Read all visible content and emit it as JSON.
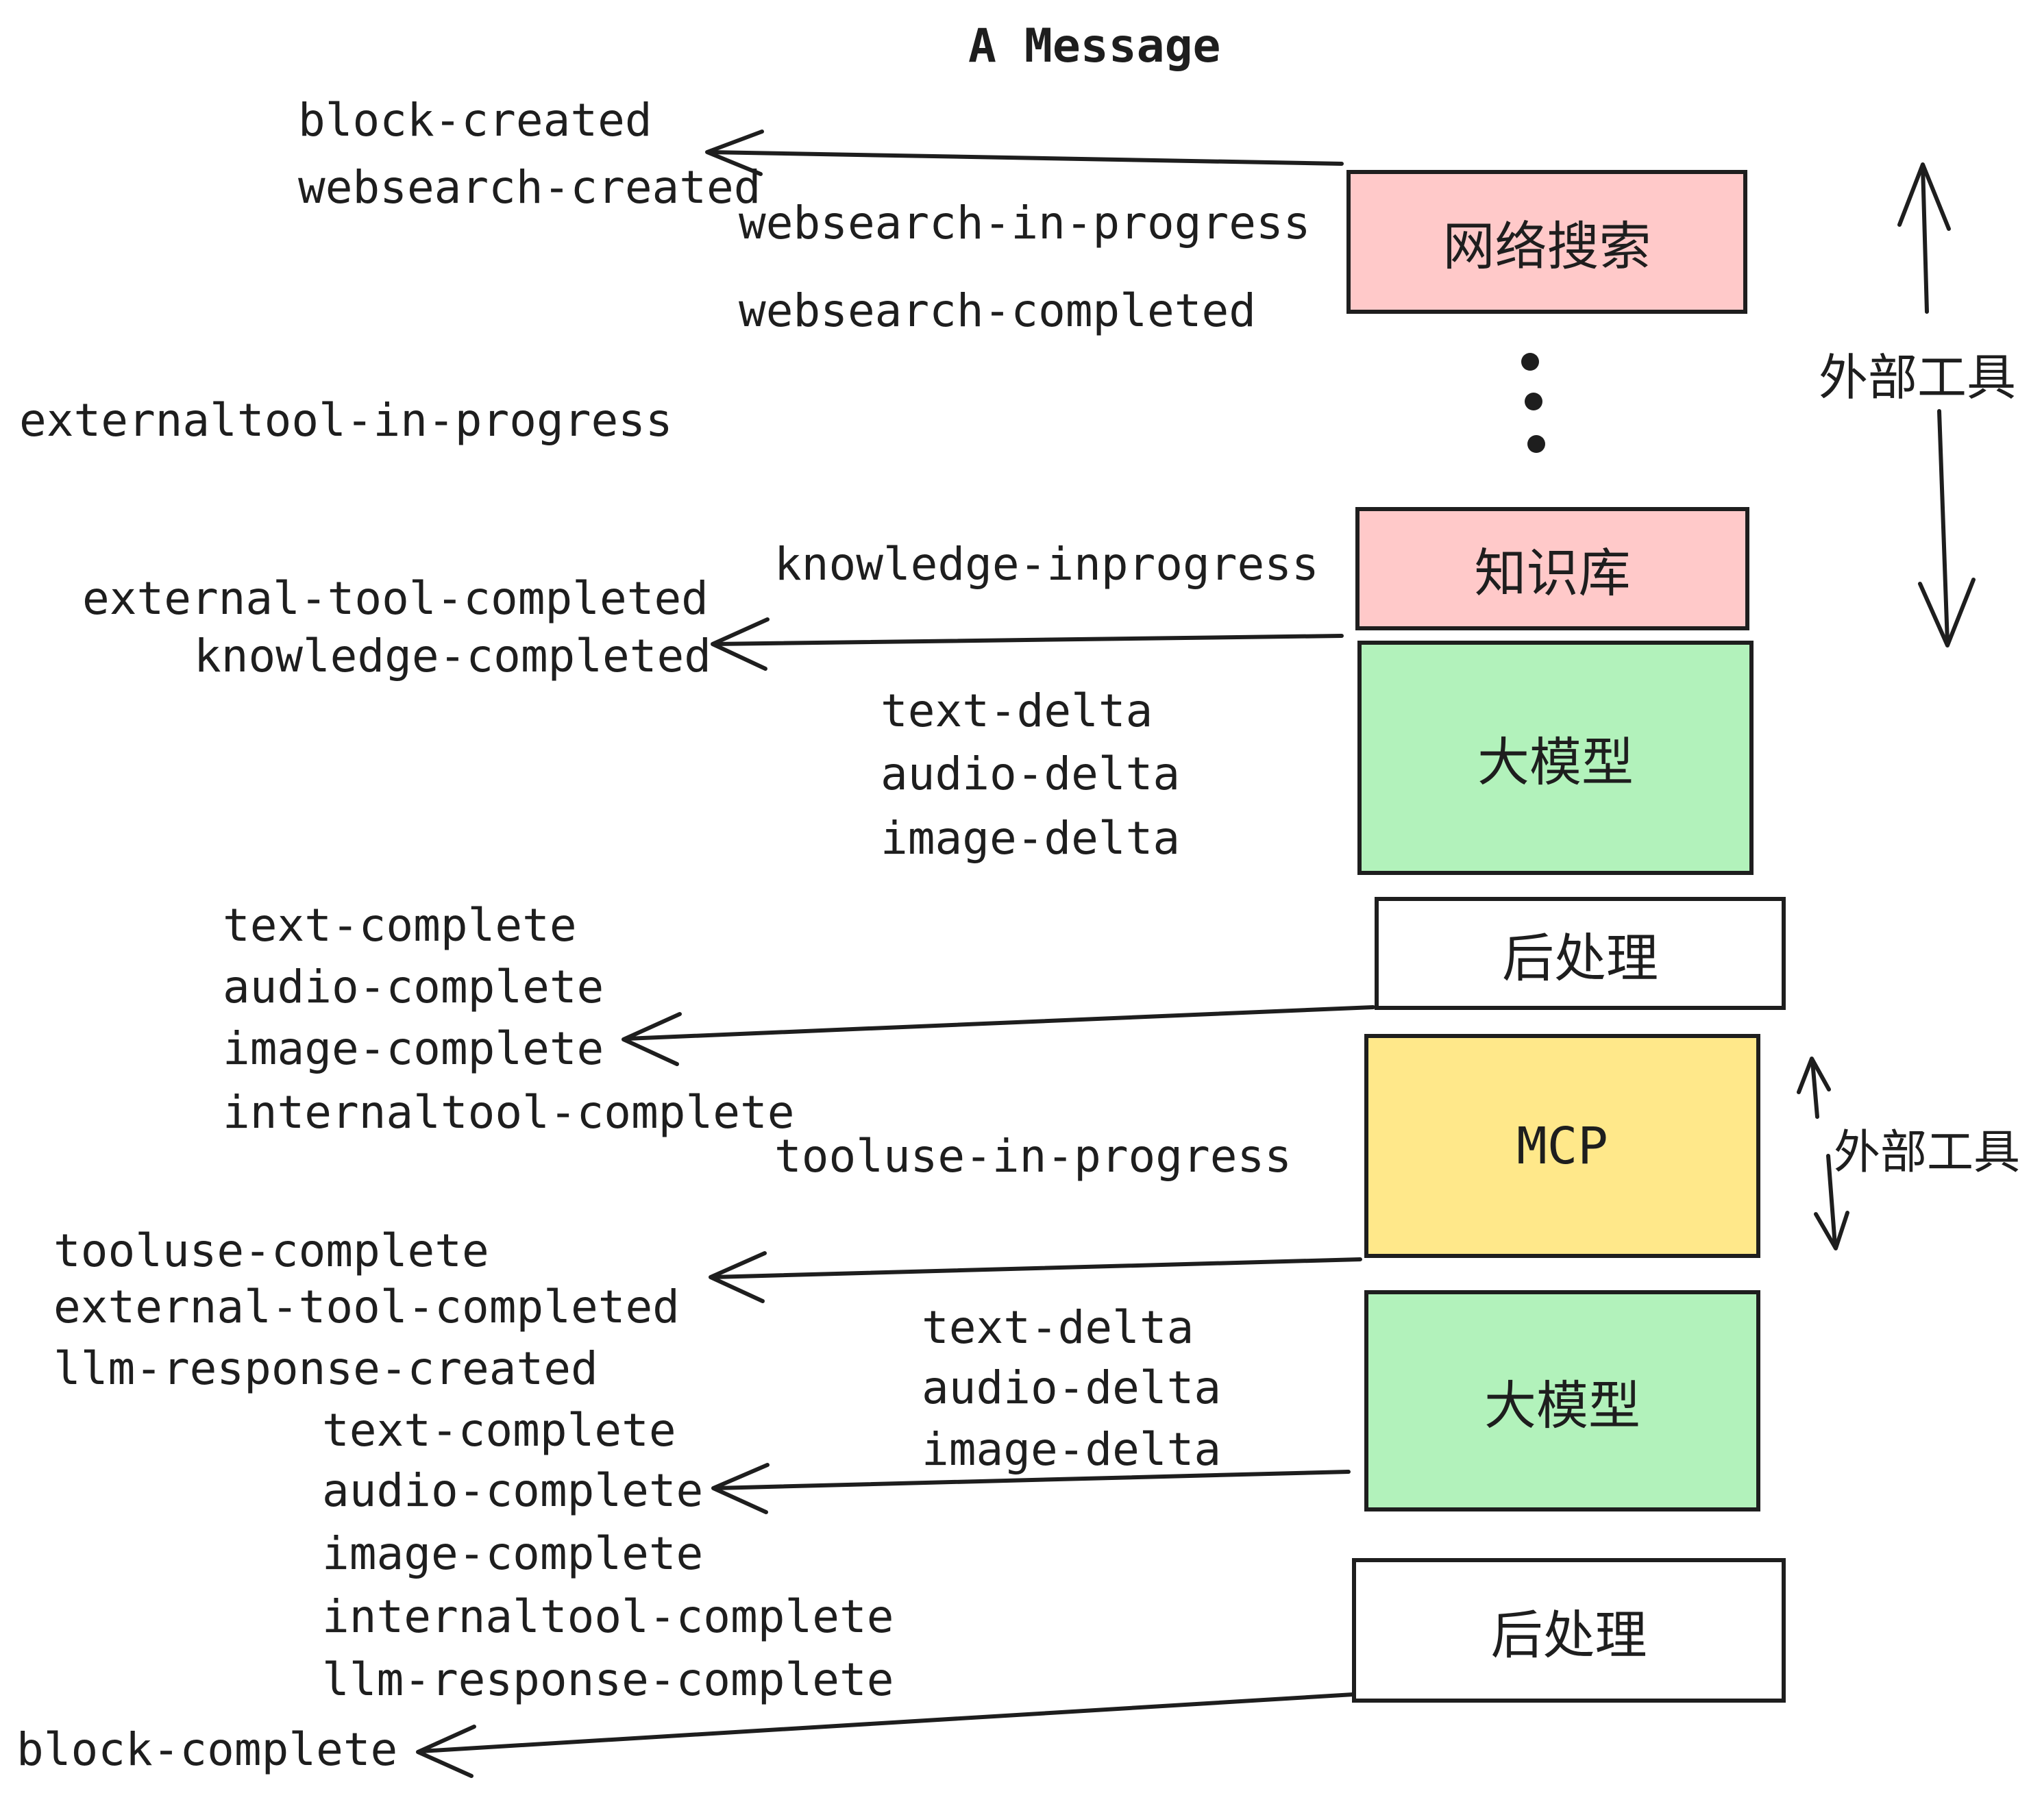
{
  "title": "A Message",
  "events": {
    "block_created": "block-created",
    "websearch_created": "websearch-created",
    "websearch_in_progress": "websearch-in-progress",
    "websearch_completed": "websearch-completed",
    "externaltool_in_progress": "externaltool-in-progress",
    "knowledge_inprogress": "knowledge-inprogress",
    "external_tool_completed_1": "external-tool-completed",
    "knowledge_completed": "knowledge-completed",
    "text_delta_1": "text-delta",
    "audio_delta_1": "audio-delta",
    "image_delta_1": "image-delta",
    "text_complete_1": "text-complete",
    "audio_complete_1": "audio-complete",
    "image_complete_1": "image-complete",
    "internaltool_complete_1": "internaltool-complete",
    "tooluse_in_progress": "tooluse-in-progress",
    "tooluse_complete": "tooluse-complete",
    "external_tool_completed_2": "external-tool-completed",
    "llm_response_created": "llm-response-created",
    "text_complete_2": "text-complete",
    "audio_complete_2": "audio-complete",
    "image_complete_2": "image-complete",
    "internaltool_complete_2": "internaltool-complete",
    "llm_response_complete": "llm-response-complete",
    "block_complete": "block-complete"
  },
  "boxes": {
    "websearch": {
      "label": "网络搜索",
      "fill": "#ffc9c9"
    },
    "knowledge": {
      "label": "知识库",
      "fill": "#ffc9c9"
    },
    "llm_1": {
      "label": "大模型",
      "fill": "#b2f2bb"
    },
    "post_1": {
      "label": "后处理",
      "fill": "#ffffff"
    },
    "mcp": {
      "label": "MCP",
      "fill": "#ffe88a"
    },
    "llm_2": {
      "label": "大模型",
      "fill": "#b2f2bb"
    },
    "post_2": {
      "label": "后处理",
      "fill": "#ffffff"
    }
  },
  "side_labels": {
    "external_tools_1": "外部工具",
    "external_tools_2": "外部工具"
  },
  "colors": {
    "ink": "#1e1e1e",
    "pink": "#ffc9c9",
    "green": "#b2f2bb",
    "yellow": "#ffe88a",
    "white": "#ffffff"
  }
}
